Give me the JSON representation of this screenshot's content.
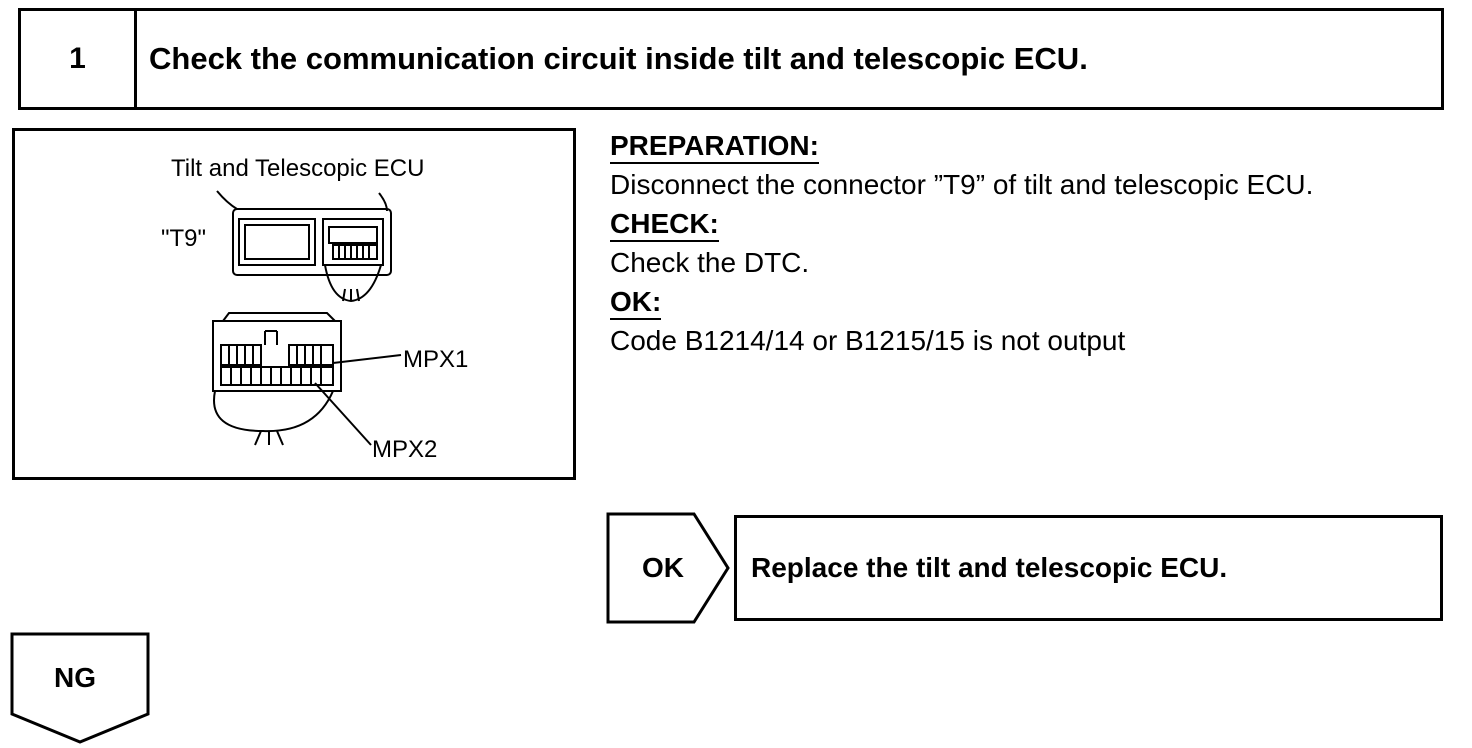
{
  "step": {
    "number": "1",
    "title": "Check the communication circuit inside tilt and telescopic ECU."
  },
  "figure": {
    "title": "Tilt and Telescopic ECU",
    "connector_label": "\"T9\"",
    "pin1_label": "MPX1",
    "pin2_label": "MPX2"
  },
  "instructions": {
    "preparation_heading": "PREPARATION:",
    "preparation_text": "Disconnect the connector ”T9” of tilt and telescopic ECU.",
    "check_heading": "CHECK:",
    "check_text": "Check the DTC.",
    "ok_heading": "OK:",
    "ok_text": "Code B1214/14 or B1215/15 is not output"
  },
  "ok_branch": {
    "label": "OK",
    "action": "Replace the tilt and telescopic ECU."
  },
  "ng_branch": {
    "label": "NG"
  }
}
